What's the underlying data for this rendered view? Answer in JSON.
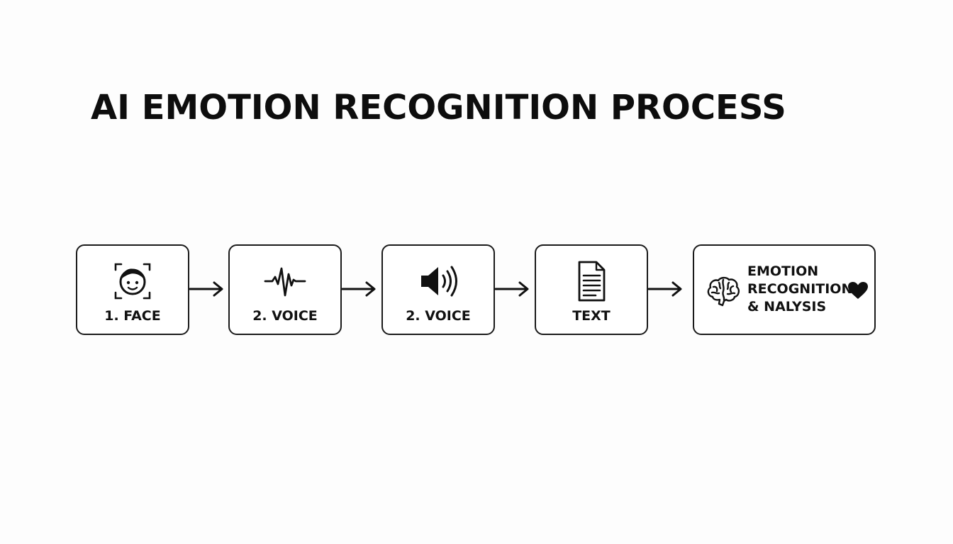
{
  "title": "AI EMOTION RECOGNITION PROCESS",
  "steps": [
    {
      "label": "1. FACE",
      "icon": "face-scan-icon"
    },
    {
      "label": "2. VOICE",
      "icon": "waveform-icon"
    },
    {
      "label": "2. VOICE",
      "icon": "speaker-icon"
    },
    {
      "label": "TEXT",
      "icon": "document-icon"
    }
  ],
  "final": {
    "lines": [
      "EMOTION",
      "RECOGNITION",
      "& NALYSIS"
    ],
    "icons": [
      "brain-icon",
      "heart-icon"
    ]
  },
  "colors": {
    "stroke": "#1a1a1a",
    "background": "#fdfdfd"
  }
}
